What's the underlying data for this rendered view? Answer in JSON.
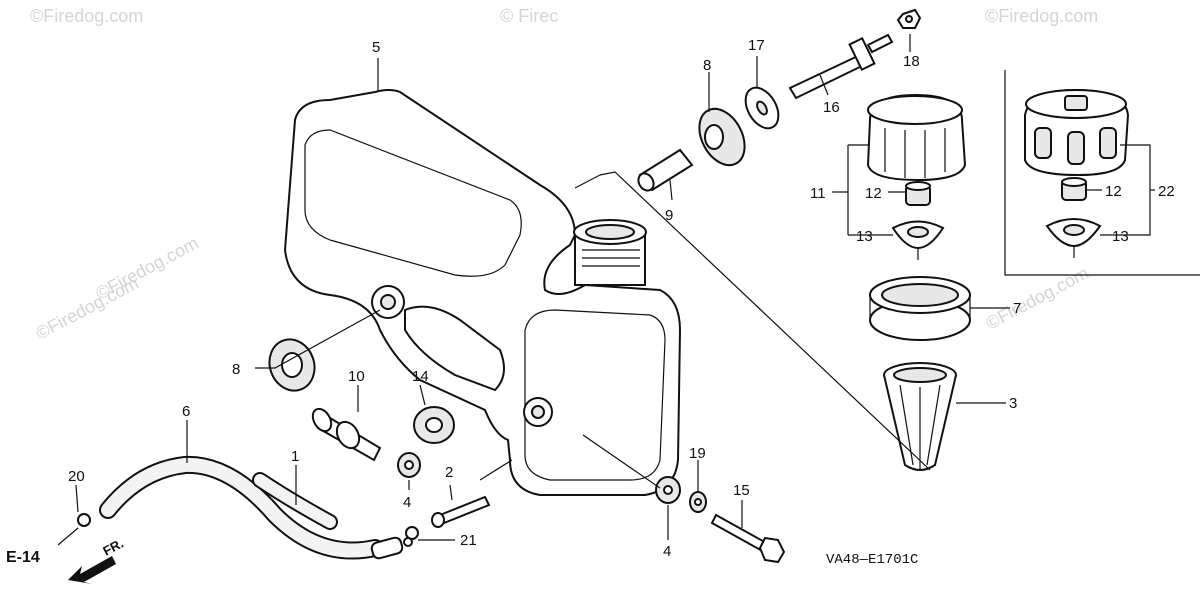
{
  "diagram": {
    "code": "VA48—E1701C",
    "ref": "E-14",
    "fr": "FR.",
    "watermark": "©Firedog.com",
    "watermark_short": "© Firec",
    "callouts": {
      "c1": "1",
      "c2": "2",
      "c3": "3",
      "c4a": "4",
      "c4b": "4",
      "c5": "5",
      "c6": "6",
      "c7": "7",
      "c8a": "8",
      "c8b": "8",
      "c9": "9",
      "c10": "10",
      "c11": "11",
      "c12a": "12",
      "c12b": "12",
      "c13a": "13",
      "c13b": "13",
      "c14": "14",
      "c15": "15",
      "c16": "16",
      "c17": "17",
      "c18": "18",
      "c19": "19",
      "c20": "20",
      "c21": "21",
      "c22": "22"
    }
  }
}
